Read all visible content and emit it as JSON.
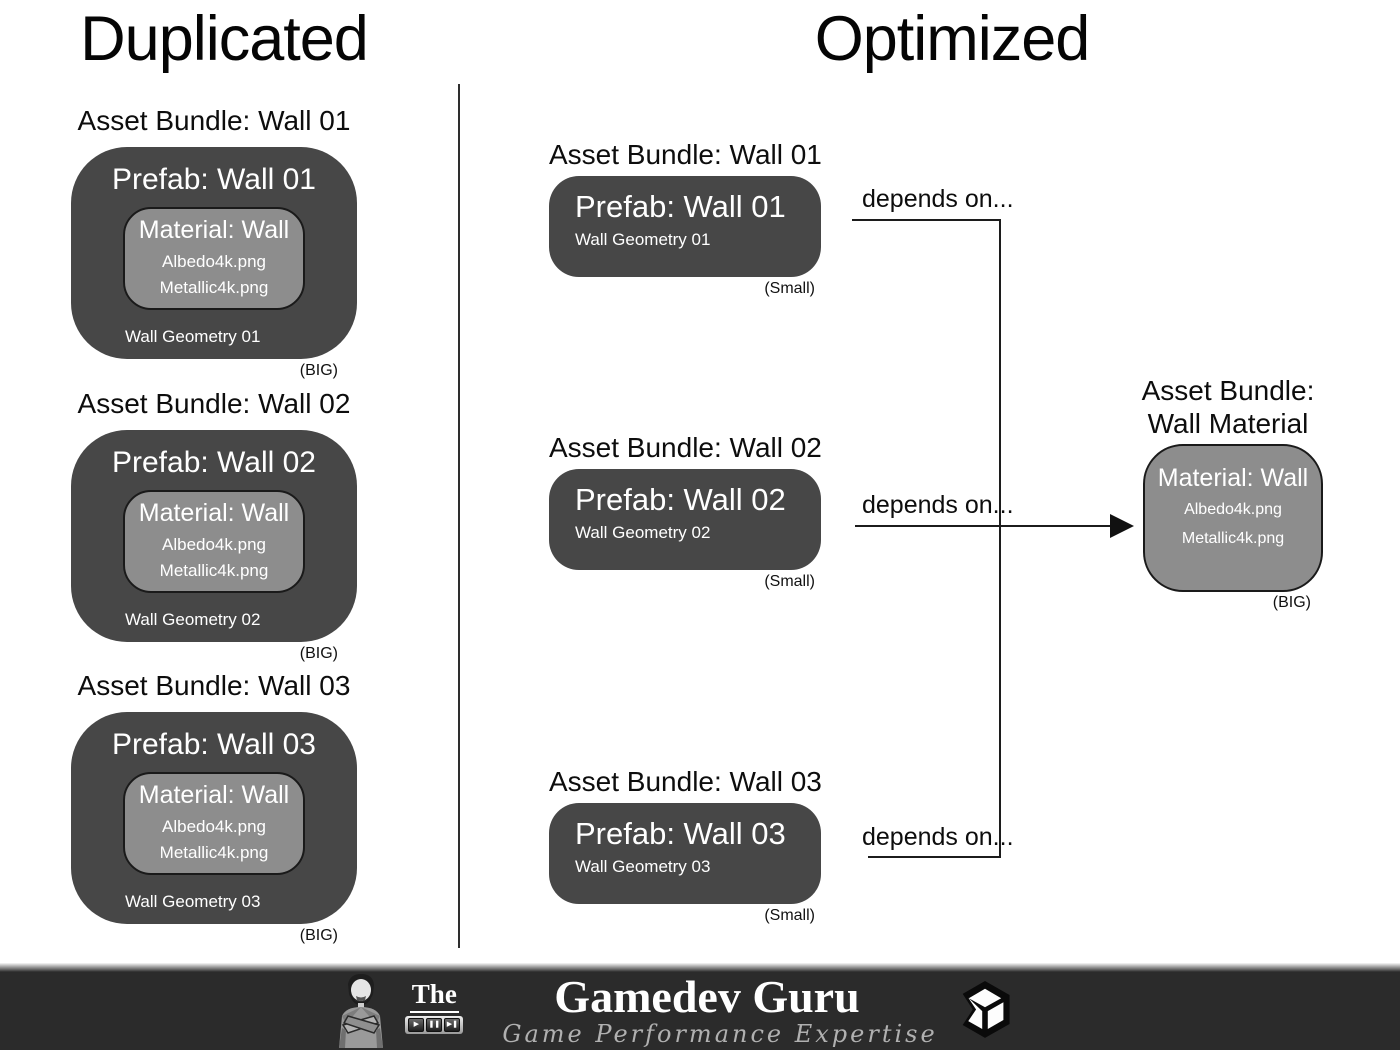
{
  "page": {
    "title_left": "Duplicated",
    "title_right": "Optimized"
  },
  "duplicated": {
    "bundles": [
      {
        "heading": "Asset Bundle: Wall 01",
        "prefab_title": "Prefab: Wall 01",
        "material": {
          "title": "Material: Wall",
          "files": [
            "Albedo4k.png",
            "Metallic4k.png"
          ]
        },
        "geometry": "Wall Geometry 01",
        "size_label": "(BIG)"
      },
      {
        "heading": "Asset Bundle: Wall 02",
        "prefab_title": "Prefab: Wall 02",
        "material": {
          "title": "Material: Wall",
          "files": [
            "Albedo4k.png",
            "Metallic4k.png"
          ]
        },
        "geometry": "Wall Geometry 02",
        "size_label": "(BIG)"
      },
      {
        "heading": "Asset Bundle: Wall 03",
        "prefab_title": "Prefab: Wall 03",
        "material": {
          "title": "Material: Wall",
          "files": [
            "Albedo4k.png",
            "Metallic4k.png"
          ]
        },
        "geometry": "Wall Geometry 03",
        "size_label": "(BIG)"
      }
    ]
  },
  "optimized": {
    "bundles": [
      {
        "heading": "Asset Bundle: Wall 01",
        "prefab_title": "Prefab: Wall 01",
        "geometry": "Wall Geometry 01",
        "size_label": "(Small)",
        "depends_label": "depends on..."
      },
      {
        "heading": "Asset Bundle: Wall 02",
        "prefab_title": "Prefab: Wall 02",
        "geometry": "Wall Geometry 02",
        "size_label": "(Small)",
        "depends_label": "depends on..."
      },
      {
        "heading": "Asset Bundle: Wall 03",
        "prefab_title": "Prefab: Wall 03",
        "geometry": "Wall Geometry 03",
        "size_label": "(Small)",
        "depends_label": "depends on..."
      }
    ],
    "material_bundle": {
      "heading_line1": "Asset Bundle:",
      "heading_line2": "Wall Material",
      "material_title": "Material: Wall",
      "files": [
        "Albedo4k.png",
        "Metallic4k.png"
      ],
      "size_label": "(BIG)"
    }
  },
  "footer": {
    "the_label": "The",
    "brand": "Gamedev Guru",
    "tagline": "Game Performance Expertise",
    "player_icons": [
      "▶",
      "❚❚",
      "▶❚"
    ]
  },
  "colors": {
    "background": "#ffffff",
    "dark_box": "#474747",
    "material_box": "#8d8d8d",
    "box_border": "#1a1a1a",
    "connector_line": "#1c1c1c",
    "footer_background": "#2b2b2b",
    "white_text": "#ffffff",
    "black_text": "#0d0d0d",
    "tagline_text": "#b0b0b0"
  }
}
